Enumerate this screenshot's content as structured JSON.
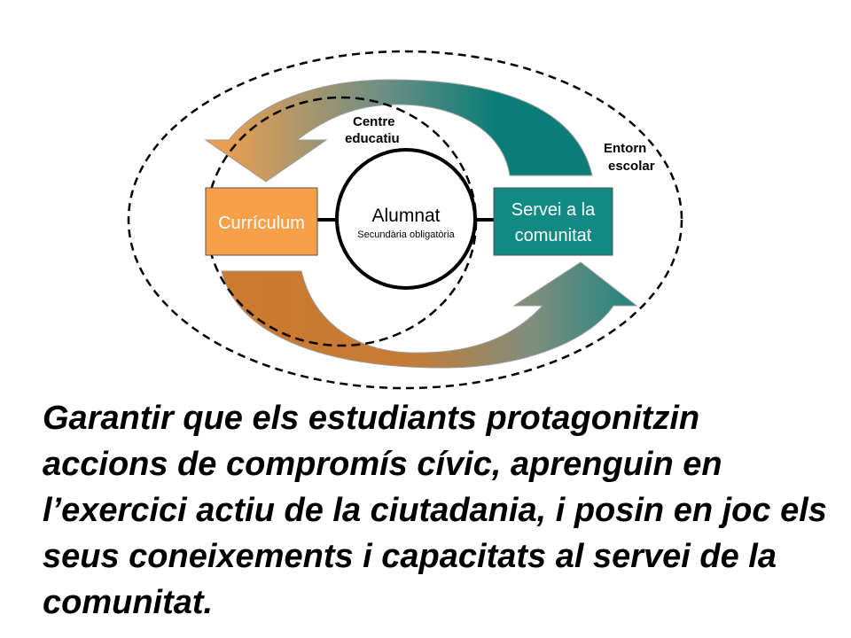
{
  "diagram": {
    "center_title": "Alumnat",
    "center_subtitle": "Secundària obligatòria",
    "left_box": "Currículum",
    "right_box_line1": "Servei a la",
    "right_box_line2": "comunitat",
    "inner_label_line1": "Centre",
    "inner_label_line2": "educatiu",
    "outer_label_line1": "Entorn",
    "outer_label_line2": "escolar",
    "colors": {
      "orange": "#F7A04A",
      "orange_dark": "#CC7A2E",
      "teal": "#0B7D79",
      "teal_box": "#128A84",
      "muted": "#6F8F84"
    }
  },
  "caption": "Garantir  que els   estudiants protagonitzin accions de compromís cívic, aprenguin en l’exercici actiu de la ciutadania, i posin en joc els seus coneixements i capacitats al servei de la comunitat."
}
